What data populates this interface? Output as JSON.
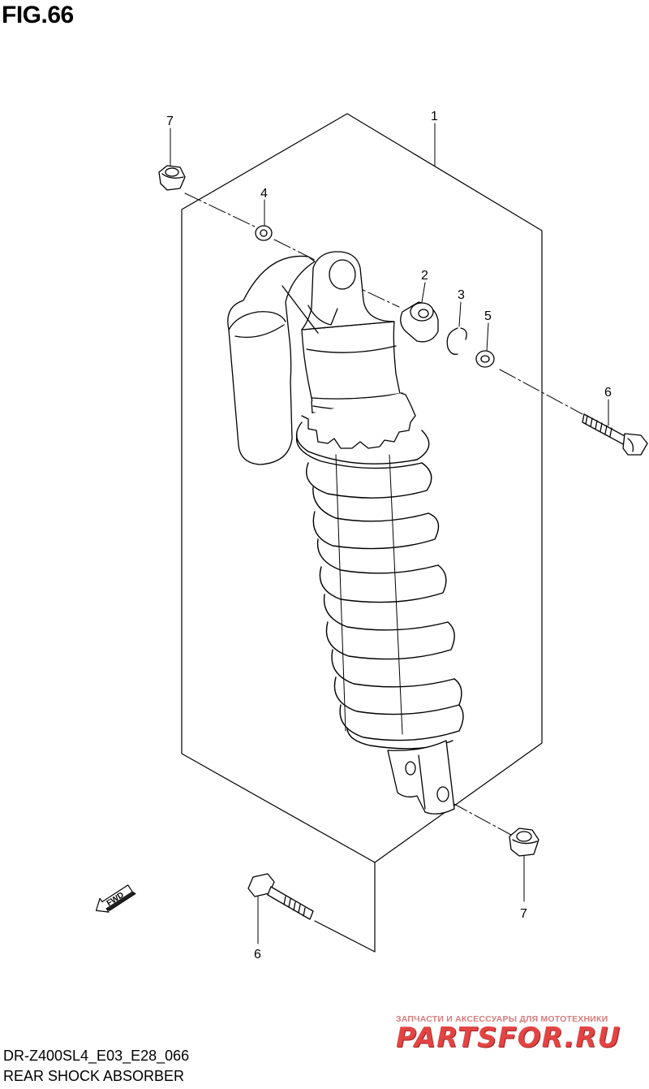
{
  "figure": {
    "title": "FIG.66",
    "model_code": "DR-Z400SL4_E03_E28_066",
    "assembly_name": "REAR SHOCK ABSORBER"
  },
  "callouts": {
    "c1": "1",
    "c2": "2",
    "c3": "3",
    "c4": "4",
    "c5": "5",
    "c6_right": "6",
    "c6_bottom": "6",
    "c7_top": "7",
    "c7_bottom": "7"
  },
  "fwd_label": "FWD",
  "watermark": {
    "subtitle": "ЗАПЧАСТИ И АКСЕССУАРЫ ДЛЯ МОТОТЕХНИКИ",
    "logo": "PARTSFOR.RU",
    "colors": {
      "logo": "#e24444",
      "subtitle": "#d97b7b"
    }
  },
  "colors": {
    "line": "#000000",
    "background": "#ffffff"
  }
}
